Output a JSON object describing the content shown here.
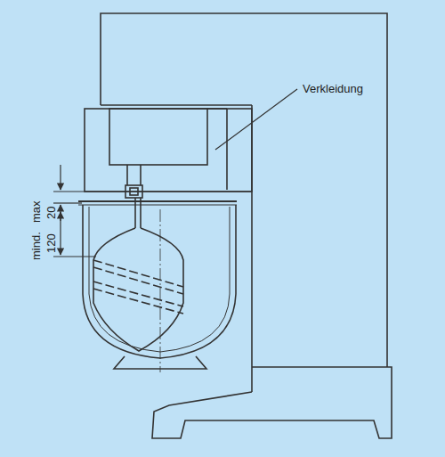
{
  "diagram": {
    "labels": [
      "Verkleidung",
      "mind.",
      "max",
      "20",
      "120"
    ]
  }
}
